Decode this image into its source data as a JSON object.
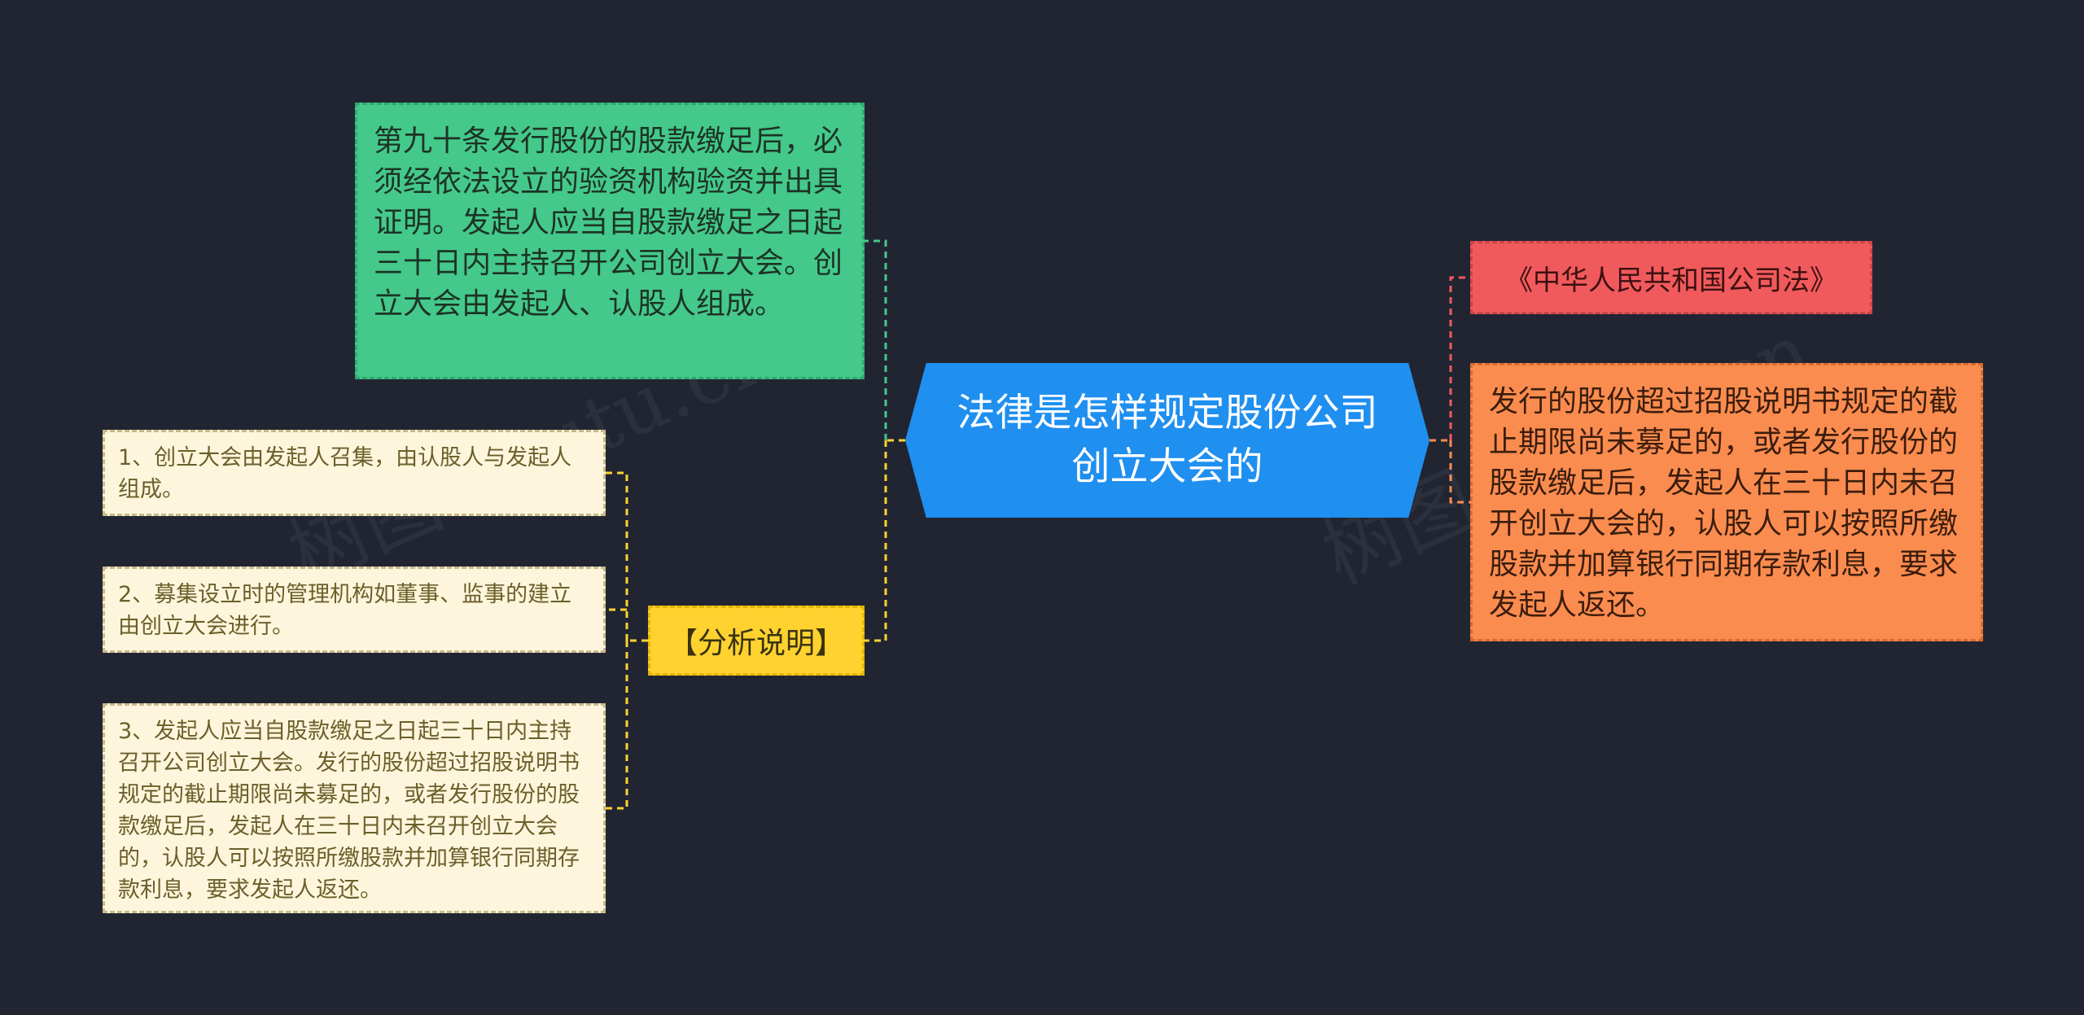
{
  "central_topic": "法律是怎样规定股份公司创立大会的",
  "left_branches": {
    "article": "第九十条发行股份的股款缴足后，必须经依法设立的验资机构验资并出具证明。发起人应当自股款缴足之日起三十日内主持召开公司创立大会。创立大会由发起人、认股人组成。",
    "analysis_label": "【分析说明】",
    "analysis_items": [
      "1、创立大会由发起人召集，由认股人与发起人组成。",
      "2、募集设立时的管理机构如董事、监事的建立由创立大会进行。",
      "3、发起人应当自股款缴足之日起三十日内主持召开公司创立大会。发行的股份超过招股说明书规定的截止期限尚未募足的，或者发行股份的股款缴足后，发起人在三十日内未召开创立大会的，认股人可以按照所缴股款并加算银行同期存款利息，要求发起人返还。"
    ]
  },
  "right_branches": {
    "law_title": "《中华人民共和国公司法》",
    "law_detail": "发行的股份超过招股说明书规定的截止期限尚未募足的，或者发行股份的股款缴足后，发起人在三十日内未召开创立大会的，认股人可以按照所缴股款并加算银行同期存款利息，要求发起人返还。"
  },
  "colors": {
    "background": "#212532",
    "central": "#1f8ff0",
    "green": "#44c98a",
    "yellow": "#ffd22f",
    "cream": "#fdf6dc",
    "red": "#f05a5d",
    "orange": "#fb8c4f"
  }
}
